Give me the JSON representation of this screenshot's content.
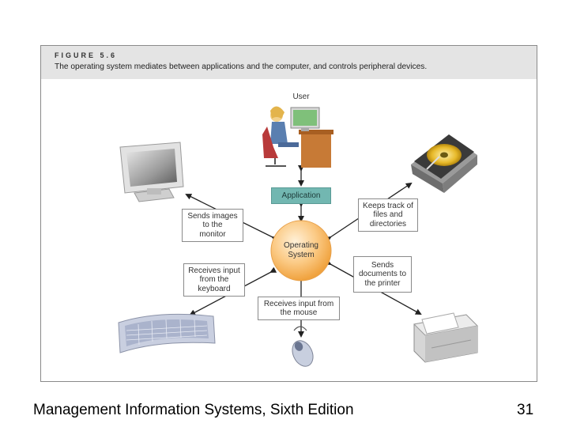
{
  "figure": {
    "label": "FIGURE 5.6",
    "caption": "The operating system mediates between applications and the computer, and controls peripheral devices."
  },
  "diagram": {
    "user_label": "User",
    "application_label": "Application",
    "os_label": "Operating\nSystem",
    "boxes": {
      "monitor": "Sends images\nto the\nmonitor",
      "files": "Keeps track of\nfiles and\ndirectories",
      "keyboard": "Receives input\nfrom the\nkeyboard",
      "printer": "Sends\ndocuments to\nthe printer",
      "mouse": "Receives input from\nthe mouse"
    },
    "colors": {
      "application": "#72b7b1",
      "os_circle": "#f7b45a",
      "caption_bar": "#e4e4e4"
    },
    "icons": [
      "user-at-computer-icon",
      "monitor-icon",
      "hard-drive-icon",
      "keyboard-icon",
      "printer-icon",
      "mouse-icon"
    ]
  },
  "footer": {
    "title": "Management Information Systems, Sixth Edition",
    "page_number": "31"
  }
}
